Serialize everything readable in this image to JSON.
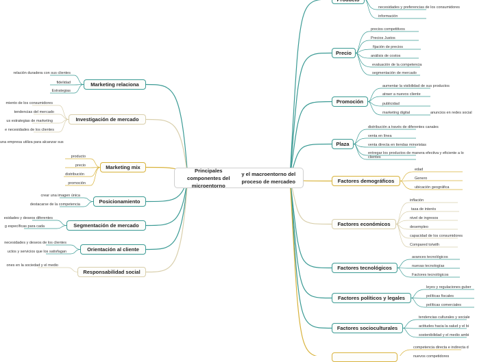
{
  "central": {
    "title": "Principales componentes del microentorno y el macroentorno del proceso de mercadeo",
    "title_lines": [
      "Principales componentes del microentorno",
      "y el macroentorno del proceso de mercadeo"
    ]
  },
  "colors": {
    "teal": "#3a9a94",
    "blue": "#2f8fb8",
    "gold": "#d8b23a",
    "beige": "#d9cfac",
    "branch_dark": "#3e8e86"
  },
  "left_branches": [
    {
      "label": "Marketing relaciona",
      "items": [
        "relación duradera con sus clientes",
        "fidelidad",
        "Estrategias"
      ]
    },
    {
      "label": "Investigación de mercado",
      "items": [
        "miento de los consumidores",
        "tendencias del mercado",
        "us estrategias de marketing",
        "e necesidades de los clientes"
      ]
    },
    {
      "label": "Marketing mix",
      "items": [
        "una empresa utiliza para alcanzar sus",
        "producto",
        "precio",
        "distribución",
        "promoción"
      ]
    },
    {
      "label": "Posicionamiento",
      "items": [
        "crear una imagen única",
        "destacarse de la competencia"
      ]
    },
    {
      "label": "Segmentación de mercado",
      "items": [
        "esidades y deseos diferentes",
        "g específicas para cada"
      ]
    },
    {
      "label": "Orientación al cliente",
      "items": [
        "necesidades y deseos de los clientes",
        "uctos y servicios que los satisfagan"
      ]
    },
    {
      "label": "Responsabilidad social",
      "items": [
        "ones en la sociedad y el medio"
      ]
    }
  ],
  "right_branches": [
    {
      "label": "Producto",
      "items": [
        "necesidades y preferencias de los consumidores",
        "información"
      ]
    },
    {
      "label": "Precio",
      "items": [
        "precios competitivos",
        "Precios Justos",
        "fijación de precios",
        "análisis de costos",
        "evaluación de la competencia",
        "segmentación de mercado"
      ]
    },
    {
      "label": "Promoción",
      "items": [
        "aumentar la visibilidad de sus productos",
        "atraer a nuevos cliente",
        "publicidad",
        "marketing digital"
      ],
      "sub": "anuncios en redes social"
    },
    {
      "label": "Plaza",
      "items": [
        "distribución a través de diferentes canales",
        "venta en línea",
        "venta directa en tiendas minoristas",
        "entregar los productos de manera efectiva y eficiente a lo",
        "clientes"
      ]
    },
    {
      "label": "Factores demográficos",
      "items": [
        "edad",
        "Genero",
        "ubicación geográfica"
      ]
    },
    {
      "label": "Factores económicos",
      "items": [
        "inflación",
        "tasa de interés",
        "nivel de ingresos",
        "desempleo",
        "capacidad de los consumidores",
        "Compared to/with"
      ]
    },
    {
      "label": "Factores tecnológicos",
      "items": [
        "avances tecnológicos",
        "nuevas tecnologías",
        "Factores tecnológicos"
      ]
    },
    {
      "label": "Factores políticos y legales",
      "items": [
        "leyes y regulaciones guber",
        "políticas fiscales",
        "políticas comerciales"
      ]
    },
    {
      "label": "Factores socioculturales",
      "items": [
        "tendencias culturales y sociale",
        "actitudes hacia la salud y el bi",
        "sostenibilidad y el medio ambi"
      ]
    },
    {
      "label": "",
      "items": [
        "competencia directa e indirecta d",
        "nuevos competidores"
      ]
    }
  ]
}
